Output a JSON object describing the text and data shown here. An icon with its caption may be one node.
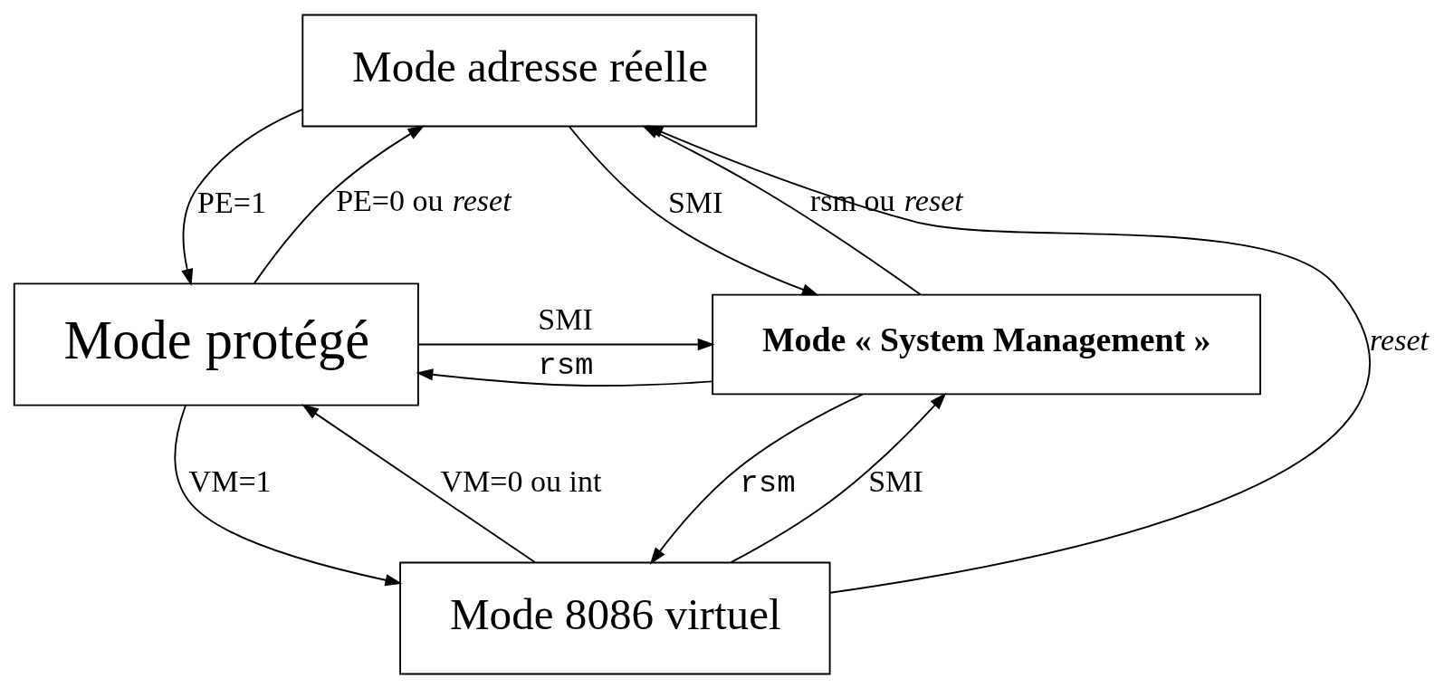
{
  "diagram": {
    "nodes": [
      {
        "text": [
          "Mode adresse réelle"
        ]
      },
      {
        "text": [
          "Mode protégé"
        ]
      },
      {
        "text": [
          "Mode 8086 virtuel"
        ]
      },
      {
        "text": [
          "Mode « System Management »"
        ]
      }
    ],
    "edges": [
      {
        "from": 1,
        "to": 0,
        "arrow": "to",
        "label": "PE=0 ou *reset*"
      },
      {
        "from": 0,
        "to": 1,
        "arrow": "to",
        "label": "PE=1"
      },
      {
        "from": 1,
        "to": 2,
        "arrow": "to",
        "label": "VM=1"
      },
      {
        "from": 2,
        "to": 1,
        "arrow": "to",
        "label": "VM=0 ou int"
      },
      {
        "from": 2,
        "to": 0,
        "arrow": "to",
        "label": "*reset*"
      },
      {
        "from": 0,
        "to": 3,
        "arrow": "to",
        "label": "SMI"
      },
      {
        "from": 3,
        "to": 0,
        "arrow": "to",
        "label": "rsm ou *reset*"
      },
      {
        "from": 1,
        "to": 3,
        "arrow": "to",
        "label": "SMI"
      },
      {
        "from": 3,
        "to": 1,
        "arrow": "to",
        "label": "rsm"
      },
      {
        "from": 2,
        "to": 3,
        "arrow": "to",
        "label": "SMI"
      },
      {
        "from": 3,
        "to": 2,
        "arrow": "to",
        "label": "rsm"
      }
    ]
  }
}
